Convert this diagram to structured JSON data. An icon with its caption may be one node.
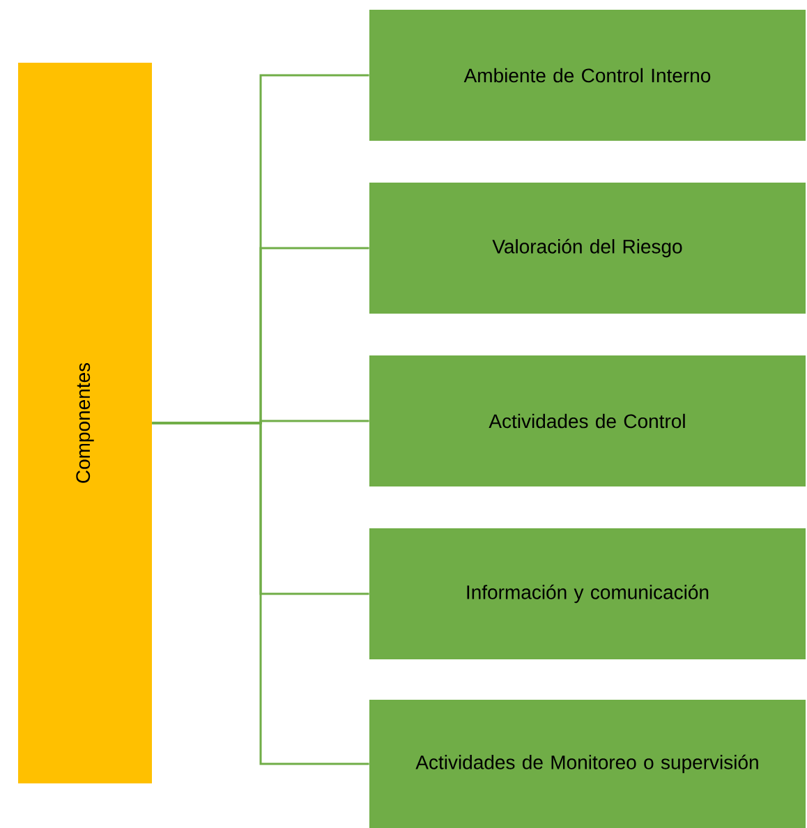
{
  "diagram": {
    "nodes": [
      {
        "text": [
          "Componentes"
        ]
      },
      {
        "text": [
          "Ambiente de Control Interno"
        ]
      },
      {
        "text": [
          "Valoración del Riesgo"
        ]
      },
      {
        "text": [
          "Actividades de Control"
        ]
      },
      {
        "text": [
          "Información y comunicación"
        ]
      },
      {
        "text": [
          "Actividades de Monitoreo o supervisión"
        ]
      }
    ],
    "edges": [
      {
        "from": 0,
        "to": 1,
        "arrow": "none"
      },
      {
        "from": 0,
        "to": 2,
        "arrow": "none"
      },
      {
        "from": 0,
        "to": 3,
        "arrow": "none"
      },
      {
        "from": 0,
        "to": 4,
        "arrow": "none"
      },
      {
        "from": 0,
        "to": 5,
        "arrow": "none"
      }
    ]
  }
}
